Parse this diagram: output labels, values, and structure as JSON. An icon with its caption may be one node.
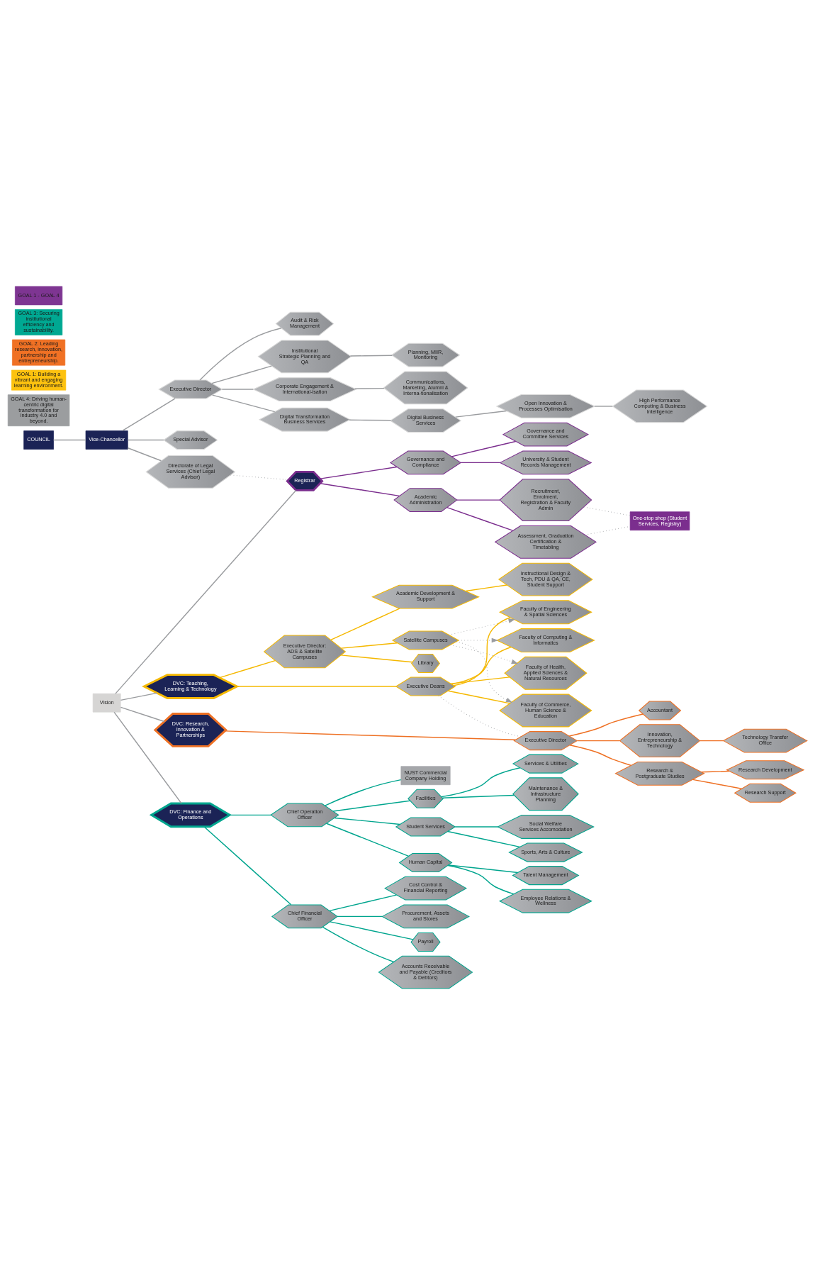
{
  "diagram": {
    "nodes": [
      {
        "text": [
          "COUNCIL"
        ]
      },
      {
        "text": [
          "Vice-Chancellor"
        ]
      },
      {
        "text": [
          "Vision"
        ]
      },
      {
        "text": [
          "Executive Director"
        ]
      },
      {
        "text": [
          "Audit & Risk Management"
        ]
      },
      {
        "text": [
          "Institutional Strategic Planning and QA"
        ]
      },
      {
        "text": [
          "Planning, MIIR, Monitoring"
        ]
      },
      {
        "text": [
          "Corporate Engagement & International-isation"
        ]
      },
      {
        "text": [
          "Communications, Marketing, Alumni & Interna-tionalisation"
        ]
      },
      {
        "text": [
          "Digital Transformation Business Services"
        ]
      },
      {
        "text": [
          "Digital Business Services"
        ]
      },
      {
        "text": [
          "Open Innovation & Processes Optimisation"
        ]
      },
      {
        "text": [
          "High Performance Computing & Business Intelligence"
        ]
      },
      {
        "text": [
          "Special Advisor"
        ]
      },
      {
        "text": [
          "Directorate of Legal Services (Chief Legal Advisor)"
        ]
      },
      {
        "text": [
          "DVC: Teaching, Learning & Technology"
        ]
      },
      {
        "text": [
          "Executive Director: ADS & Satellite Campuses"
        ]
      },
      {
        "text": [
          "Academic Development & Support"
        ]
      },
      {
        "text": [
          "Instructional Design & Tech, PDU & QA, CE, Student Support"
        ]
      },
      {
        "text": [
          "Satellite Campuses"
        ]
      },
      {
        "text": [
          "Library"
        ]
      },
      {
        "text": [
          "Executive Deans"
        ]
      },
      {
        "text": [
          "Faculty of Engineering & Spatial Sciences"
        ]
      },
      {
        "text": [
          "Faculty of Computing & Informatics"
        ]
      },
      {
        "text": [
          "Faculty of Health, Applied Sciences & Natural Resources"
        ]
      },
      {
        "text": [
          "Faculty of Commerce, Human Science & Education"
        ]
      },
      {
        "text": [
          "DVC: Research, Innovation & Partnerships"
        ]
      },
      {
        "text": [
          "Executive Director"
        ]
      },
      {
        "text": [
          "Accountant"
        ]
      },
      {
        "text": [
          "Innovation, Entrepreneurship & Technology"
        ]
      },
      {
        "text": [
          "Technology Transfer Office"
        ]
      },
      {
        "text": [
          "Research & Postgraduate Studies"
        ]
      },
      {
        "text": [
          "Research Development"
        ]
      },
      {
        "text": [
          "Research Support"
        ]
      },
      {
        "text": [
          "DVC: Finance and Operations"
        ]
      },
      {
        "text": [
          "Chief Operation Officer"
        ]
      },
      {
        "text": [
          "NUST Commercial Company Holding"
        ]
      },
      {
        "text": [
          "Facilities"
        ]
      },
      {
        "text": [
          "Services & Utilities"
        ]
      },
      {
        "text": [
          "Maintenance & Infrastructure Planning"
        ]
      },
      {
        "text": [
          "Student Services"
        ]
      },
      {
        "text": [
          "Social Welfare Services Accomodation"
        ]
      },
      {
        "text": [
          "Sports, Arts & Culture"
        ]
      },
      {
        "text": [
          "Human Capital"
        ]
      },
      {
        "text": [
          "Talent Management"
        ]
      },
      {
        "text": [
          "Employee Relations & Wellness"
        ]
      },
      {
        "text": [
          "Chief Financial Officer"
        ]
      },
      {
        "text": [
          "Cost Control & Financial Reporting"
        ]
      },
      {
        "text": [
          "Procurement, Assets and Stores"
        ]
      },
      {
        "text": [
          "Payroll"
        ]
      },
      {
        "text": [
          "Accounts Receivable and Payable (Creditors & Debtors)"
        ]
      },
      {
        "text": [
          "Registrar"
        ]
      },
      {
        "text": [
          "Governance and Compliance"
        ]
      },
      {
        "text": [
          "Governance and Committee Services"
        ]
      },
      {
        "text": [
          "University & Student Records Management"
        ]
      },
      {
        "text": [
          "Academic Administration"
        ]
      },
      {
        "text": [
          "Recruitment, Enrolment, Registration & Faculty Admin"
        ]
      },
      {
        "text": [
          "Assessment, Graduation Certification & Timetabling"
        ]
      },
      {
        "text": [
          "One-stop shop (Student Services, Registry)"
        ]
      },
      {
        "text": [
          "GOAL 4: Driving human-centric digital transformation for industry 4.0 and beyond."
        ]
      },
      {
        "text": [
          "GOAL 1: Building a vibrant and engaging learning environment."
        ]
      },
      {
        "text": [
          "GOAL 2: Leading research, innovation, partnership and entrepreneurship."
        ]
      },
      {
        "text": [
          "GOAL 3: Securing institutional efficiency and sustainability."
        ]
      },
      {
        "text": [
          "GOAL 1 - GOAL 4"
        ]
      }
    ],
    "edges": [
      {
        "from": 0,
        "to": 1,
        "arrow": "none"
      },
      {
        "from": 1,
        "to": 3,
        "arrow": "none"
      },
      {
        "from": 3,
        "to": 4,
        "arrow": "none"
      },
      {
        "from": 3,
        "to": 5,
        "arrow": "none"
      },
      {
        "from": 3,
        "to": 7,
        "arrow": "none"
      },
      {
        "from": 3,
        "to": 9,
        "arrow": "none"
      },
      {
        "from": 5,
        "to": 6,
        "arrow": "none"
      },
      {
        "from": 7,
        "to": 8,
        "arrow": "none"
      },
      {
        "from": 9,
        "to": 10,
        "arrow": "none"
      },
      {
        "from": 10,
        "to": 11,
        "arrow": "none"
      },
      {
        "from": 11,
        "to": 12,
        "arrow": "none"
      },
      {
        "from": 1,
        "to": 13,
        "arrow": "none"
      },
      {
        "from": 1,
        "to": 14,
        "arrow": "none"
      },
      {
        "from": 2,
        "to": 15,
        "arrow": "none"
      },
      {
        "from": 2,
        "to": 26,
        "arrow": "none"
      },
      {
        "from": 2,
        "to": 34,
        "arrow": "none"
      },
      {
        "from": 2,
        "to": 51,
        "arrow": "none"
      },
      {
        "from": 15,
        "to": 16,
        "arrow": "none",
        "color": "#f5b800"
      },
      {
        "from": 15,
        "to": 21,
        "arrow": "none",
        "color": "#f5b800"
      },
      {
        "from": 16,
        "to": 17,
        "arrow": "none",
        "color": "#f5b800"
      },
      {
        "from": 16,
        "to": 19,
        "arrow": "none",
        "color": "#f5b800"
      },
      {
        "from": 16,
        "to": 20,
        "arrow": "none",
        "color": "#f5b800"
      },
      {
        "from": 17,
        "to": 18,
        "arrow": "none",
        "color": "#f5b800"
      },
      {
        "from": 19,
        "to": 22,
        "arrow": "to",
        "style": "dashed"
      },
      {
        "from": 19,
        "to": 23,
        "arrow": "to",
        "style": "dashed"
      },
      {
        "from": 19,
        "to": 24,
        "arrow": "to",
        "style": "dashed"
      },
      {
        "from": 19,
        "to": 25,
        "arrow": "to",
        "style": "dashed"
      },
      {
        "from": 21,
        "to": 22,
        "arrow": "none",
        "color": "#f5b800"
      },
      {
        "from": 21,
        "to": 23,
        "arrow": "none",
        "color": "#f5b800"
      },
      {
        "from": 21,
        "to": 24,
        "arrow": "none",
        "color": "#f5b800"
      },
      {
        "from": 21,
        "to": 25,
        "arrow": "none",
        "color": "#f5b800"
      },
      {
        "from": 21,
        "to": 27,
        "arrow": "none",
        "style": "dashed"
      },
      {
        "from": 26,
        "to": 27,
        "arrow": "none",
        "color": "#ee7023"
      },
      {
        "from": 27,
        "to": 28,
        "arrow": "none",
        "color": "#ee7023"
      },
      {
        "from": 27,
        "to": 29,
        "arrow": "none",
        "color": "#ee7023"
      },
      {
        "from": 27,
        "to": 31,
        "arrow": "none",
        "color": "#ee7023"
      },
      {
        "from": 29,
        "to": 30,
        "arrow": "none",
        "color": "#ee7023"
      },
      {
        "from": 31,
        "to": 32,
        "arrow": "none",
        "color": "#ee7023"
      },
      {
        "from": 31,
        "to": 33,
        "arrow": "none",
        "color": "#ee7023"
      },
      {
        "from": 34,
        "to": 35,
        "arrow": "none",
        "color": "#00a58e"
      },
      {
        "from": 34,
        "to": 46,
        "arrow": "none",
        "color": "#00a58e"
      },
      {
        "from": 35,
        "to": 36,
        "arrow": "none",
        "color": "#00a58e"
      },
      {
        "from": 35,
        "to": 37,
        "arrow": "none",
        "color": "#00a58e"
      },
      {
        "from": 35,
        "to": 40,
        "arrow": "none",
        "color": "#00a58e"
      },
      {
        "from": 35,
        "to": 43,
        "arrow": "none",
        "color": "#00a58e"
      },
      {
        "from": 37,
        "to": 38,
        "arrow": "none",
        "color": "#00a58e"
      },
      {
        "from": 37,
        "to": 39,
        "arrow": "none",
        "color": "#00a58e"
      },
      {
        "from": 40,
        "to": 41,
        "arrow": "none",
        "color": "#00a58e"
      },
      {
        "from": 40,
        "to": 42,
        "arrow": "none",
        "color": "#00a58e"
      },
      {
        "from": 43,
        "to": 44,
        "arrow": "none",
        "color": "#00a58e"
      },
      {
        "from": 43,
        "to": 45,
        "arrow": "none",
        "color": "#00a58e"
      },
      {
        "from": 46,
        "to": 47,
        "arrow": "none",
        "color": "#00a58e"
      },
      {
        "from": 46,
        "to": 48,
        "arrow": "none",
        "color": "#00a58e"
      },
      {
        "from": 46,
        "to": 49,
        "arrow": "none",
        "color": "#00a58e"
      },
      {
        "from": 46,
        "to": 50,
        "arrow": "none",
        "color": "#00a58e"
      },
      {
        "from": 14,
        "to": 51,
        "arrow": "none",
        "style": "dashed"
      },
      {
        "from": 51,
        "to": 52,
        "arrow": "none",
        "color": "#7b2e8e"
      },
      {
        "from": 51,
        "to": 55,
        "arrow": "none",
        "color": "#7b2e8e"
      },
      {
        "from": 52,
        "to": 53,
        "arrow": "none",
        "color": "#7b2e8e"
      },
      {
        "from": 52,
        "to": 54,
        "arrow": "none",
        "color": "#7b2e8e"
      },
      {
        "from": 55,
        "to": 56,
        "arrow": "none",
        "color": "#7b2e8e"
      },
      {
        "from": 55,
        "to": 57,
        "arrow": "none",
        "color": "#7b2e8e"
      },
      {
        "from": 56,
        "to": 58,
        "arrow": "none",
        "style": "dashed"
      },
      {
        "from": 57,
        "to": 58,
        "arrow": "none",
        "style": "dashed"
      }
    ]
  }
}
